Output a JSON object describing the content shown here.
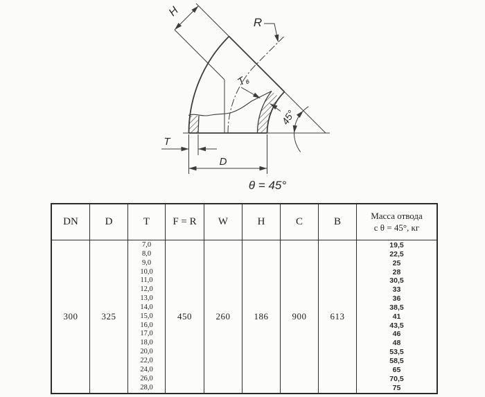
{
  "colors": {
    "background": "#fbfbf9",
    "drawing_line": "#3c3c3c",
    "table_border": "#2c2c2c",
    "text": "#262626"
  },
  "diagram": {
    "label_h": "H",
    "label_r": "R",
    "label_tv_main": "T",
    "label_tv_sub": "в",
    "label_angle_45": "45°",
    "label_t": "T",
    "label_d": "D",
    "caption_theta": "θ = 45°"
  },
  "table": {
    "headers": [
      "DN",
      "D",
      "T",
      "F = R",
      "W",
      "H",
      "C",
      "B"
    ],
    "mass_header": {
      "line1": "Масса отвода",
      "line2": "с θ = 45°, кг"
    },
    "values": {
      "dn": "300",
      "d": "325",
      "f_r": "450",
      "w": "260",
      "h": "186",
      "c": "900",
      "b": "613"
    },
    "t_values": [
      "7,0",
      "8,0",
      "9,0",
      "10,0",
      "11,0",
      "12,0",
      "13,0",
      "14,0",
      "15,0",
      "16,0",
      "17,0",
      "18,0",
      "20,0",
      "22,0",
      "24,0",
      "26,0",
      "28,0"
    ],
    "mass_values": [
      "19,5",
      "22,5",
      "25",
      "28",
      "30,5",
      "33",
      "36",
      "38,5",
      "41",
      "43,5",
      "46",
      "48",
      "53,5",
      "58,5",
      "65",
      "70,5",
      "75"
    ]
  }
}
